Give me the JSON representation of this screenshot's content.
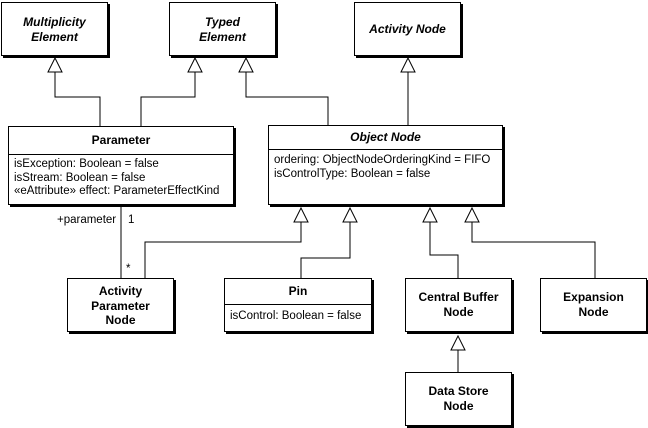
{
  "classes": {
    "multiplicity_element": {
      "name": "Multiplicity\nElement"
    },
    "typed_element": {
      "name": "Typed\nElement"
    },
    "activity_node": {
      "name": "Activity Node"
    },
    "parameter": {
      "name": "Parameter",
      "attributes": [
        "isException: Boolean = false",
        "isStream: Boolean = false",
        "«eAttribute» effect: ParameterEffectKind"
      ]
    },
    "object_node": {
      "name": "Object Node",
      "attributes": [
        "ordering: ObjectNodeOrderingKind = FIFO",
        "isControlType: Boolean = false"
      ]
    },
    "activity_parameter_node": {
      "name": "Activity\nParameter\nNode"
    },
    "pin": {
      "name": "Pin",
      "attributes": [
        "isControl: Boolean = false"
      ]
    },
    "central_buffer_node": {
      "name": "Central Buffer\nNode"
    },
    "expansion_node": {
      "name": "Expansion\nNode"
    },
    "data_store_node": {
      "name": "Data Store\nNode"
    }
  },
  "association": {
    "role": "+parameter",
    "multiplicity_parameter_end": "1",
    "multiplicity_node_end": "*"
  }
}
